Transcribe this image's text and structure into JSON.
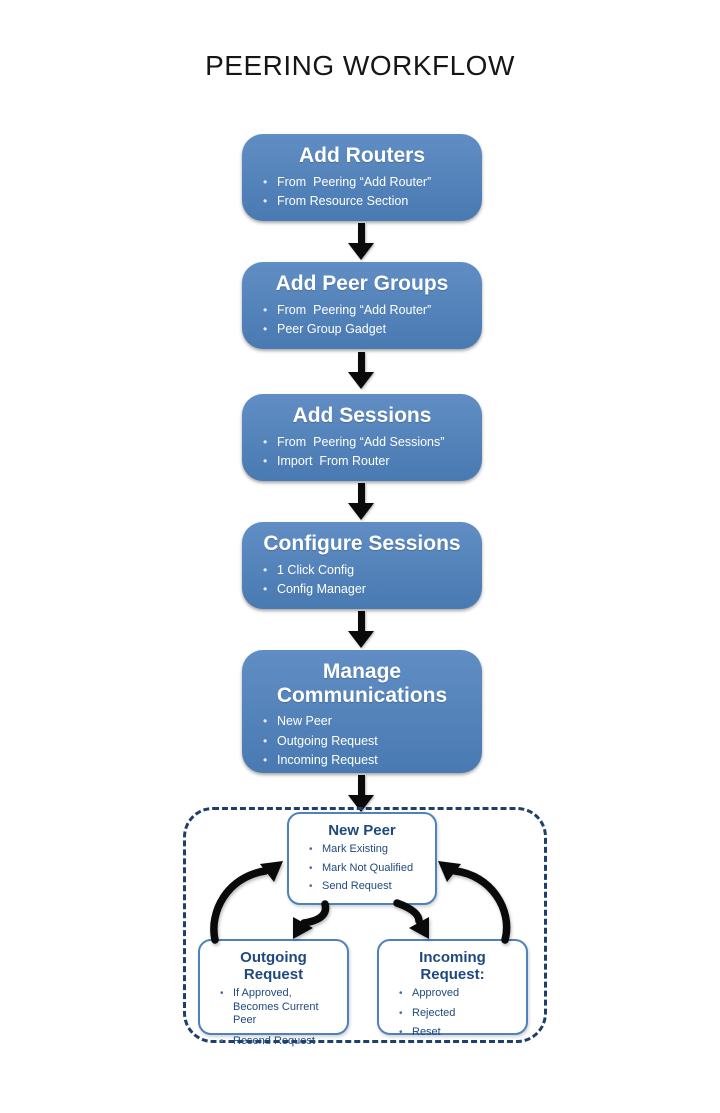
{
  "title": "PEERING WORKFLOW",
  "colors": {
    "title_black": "#161616",
    "box_blue": "#4e81bd",
    "box_text": "#ffffff",
    "detail_border_blue": "#4f81bd",
    "detail_text_navy": "#1f497d",
    "dashed_border_navy": "#1f3f68",
    "arrow_black": "#0a0a0a"
  },
  "flow": {
    "boxes": [
      {
        "title": "Add Routers",
        "bullets": [
          "From  Peering “Add Router”",
          "From Resource Section"
        ]
      },
      {
        "title": "Add Peer Groups",
        "bullets": [
          "From  Peering “Add Router”",
          "Peer Group Gadget"
        ]
      },
      {
        "title": "Add Sessions",
        "bullets": [
          "From  Peering “Add Sessions”",
          "Import  From Router"
        ]
      },
      {
        "title": "Configure Sessions",
        "bullets": [
          "1 Click Config",
          "Config Manager"
        ]
      },
      {
        "title": "Manage Communications",
        "bullets": [
          "New Peer",
          "Outgoing Request",
          "Incoming Request"
        ]
      }
    ]
  },
  "detail": {
    "new_peer": {
      "title": "New Peer",
      "bullets": [
        "Mark Existing",
        "Mark Not Qualified",
        "Send Request"
      ]
    },
    "outgoing": {
      "title": "Outgoing Request",
      "bullets": [
        "If Approved, Becomes Current Peer",
        "Resend Request"
      ]
    },
    "incoming": {
      "title": "Incoming Request:",
      "bullets": [
        "Approved",
        "Rejected",
        "Reset"
      ]
    }
  }
}
